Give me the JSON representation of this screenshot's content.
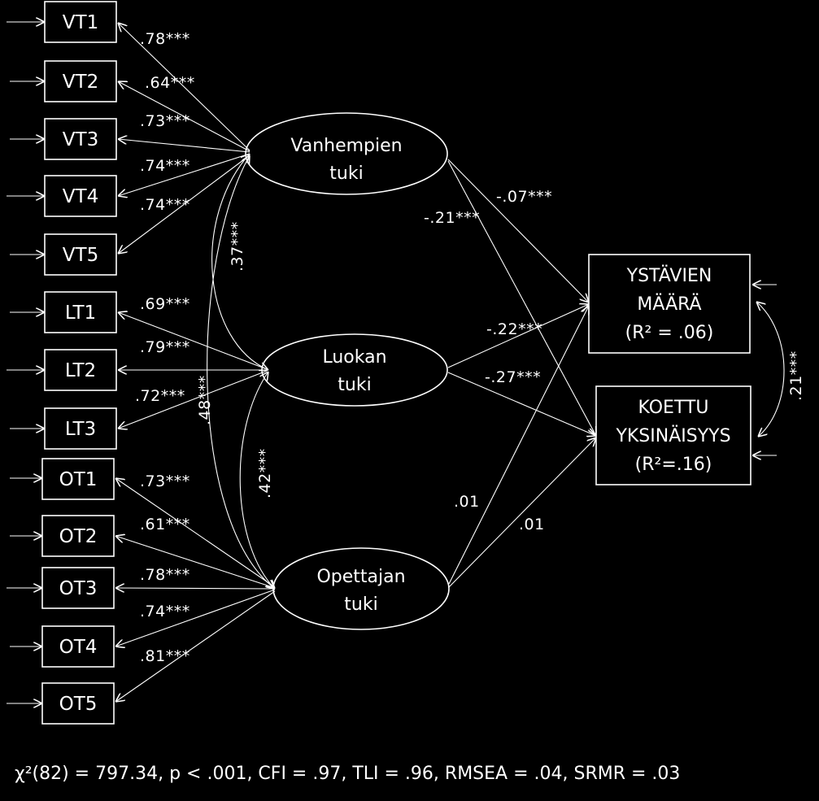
{
  "colors": {
    "background": "#000000",
    "foreground": "#ffffff"
  },
  "indicators": {
    "vt": [
      "VT1",
      "VT2",
      "VT3",
      "VT4",
      "VT5"
    ],
    "lt": [
      "LT1",
      "LT2",
      "LT3"
    ],
    "ot": [
      "OT1",
      "OT2",
      "OT3",
      "OT4",
      "OT5"
    ]
  },
  "latents": {
    "vanhempien": [
      "Vanhempien",
      "tuki"
    ],
    "luokan": [
      "Luokan",
      "tuki"
    ],
    "opettajan": [
      "Opettajan",
      "tuki"
    ]
  },
  "outcomes": {
    "ystavien": [
      "YSTÄVIEN",
      "MÄÄRÄ",
      "(R² = .06)"
    ],
    "koettu": [
      "KOETTU",
      "YKSINÄISYYS",
      "(R²=.16)"
    ]
  },
  "loadings": {
    "vt": [
      ".78***",
      ".64***",
      ".73***",
      ".74***",
      ".74***"
    ],
    "lt": [
      ".69***",
      ".79***",
      ".72***"
    ],
    "ot": [
      ".73***",
      ".61***",
      ".78***",
      ".74***",
      ".81***"
    ]
  },
  "correlations": {
    "vt_lt": ".37***",
    "vt_ot": ".48***",
    "lt_ot": ".42***",
    "outcomes": ".21***"
  },
  "paths": {
    "vt_ystavien": "-.07***",
    "vt_koettu": "-.21***",
    "lt_ystavien": "-.22***",
    "lt_koettu": "-.27***",
    "ot_ystavien": ".01",
    "ot_koettu": ".01"
  },
  "fit": "χ²(82) = 797.34, p < .001, CFI = .97, TLI = .96, RMSEA = .04, SRMR = .03"
}
